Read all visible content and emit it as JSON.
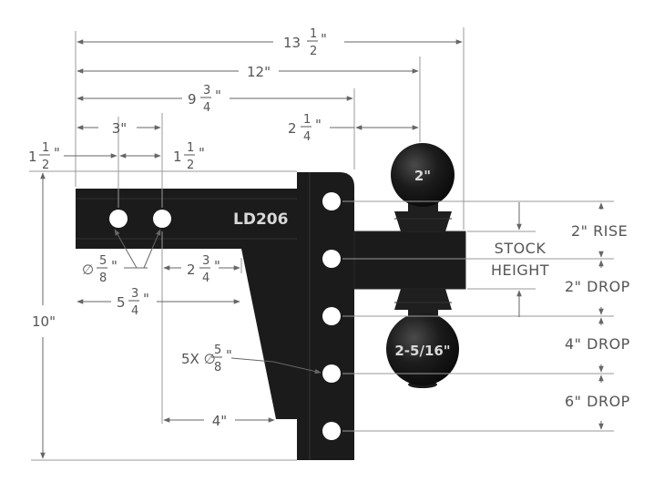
{
  "model": "LD206",
  "balls": {
    "upper": "2\"",
    "lower": "2-5/16\""
  },
  "positions": [
    "2\" RISE",
    "2\" DROP",
    "4\" DROP",
    "6\" DROP"
  ],
  "stock_height": {
    "line1": "STOCK",
    "line2": "HEIGHT"
  },
  "dimensions": {
    "overall_length": {
      "whole": "13",
      "num": "1",
      "den": "2",
      "mark": "\""
    },
    "to_ball_center": "12\"",
    "to_pin_line": {
      "whole": "9",
      "num": "3",
      "den": "4",
      "mark": "\""
    },
    "pin_to_ball": {
      "whole": "2",
      "num": "1",
      "den": "4",
      "mark": "\""
    },
    "hole_spacing": "3\"",
    "end_offset": {
      "whole": "1",
      "num": "1",
      "den": "2",
      "mark": "\""
    },
    "hole_offset": {
      "whole": "1",
      "num": "1",
      "den": "2",
      "mark": "\""
    },
    "hole_dia": {
      "prefix": "∅",
      "num": "5",
      "den": "8",
      "mark": "\""
    },
    "gusset_start": {
      "prefix": "2",
      "num": "3",
      "den": "4",
      "mark": "\""
    },
    "to_gusset": {
      "whole": "5",
      "num": "3",
      "den": "4",
      "mark": "\""
    },
    "overall_height": "10\"",
    "pin_holes": {
      "prefix": "5X ∅",
      "num": "5",
      "den": "8",
      "mark": "\""
    },
    "gusset_base": "4\""
  }
}
